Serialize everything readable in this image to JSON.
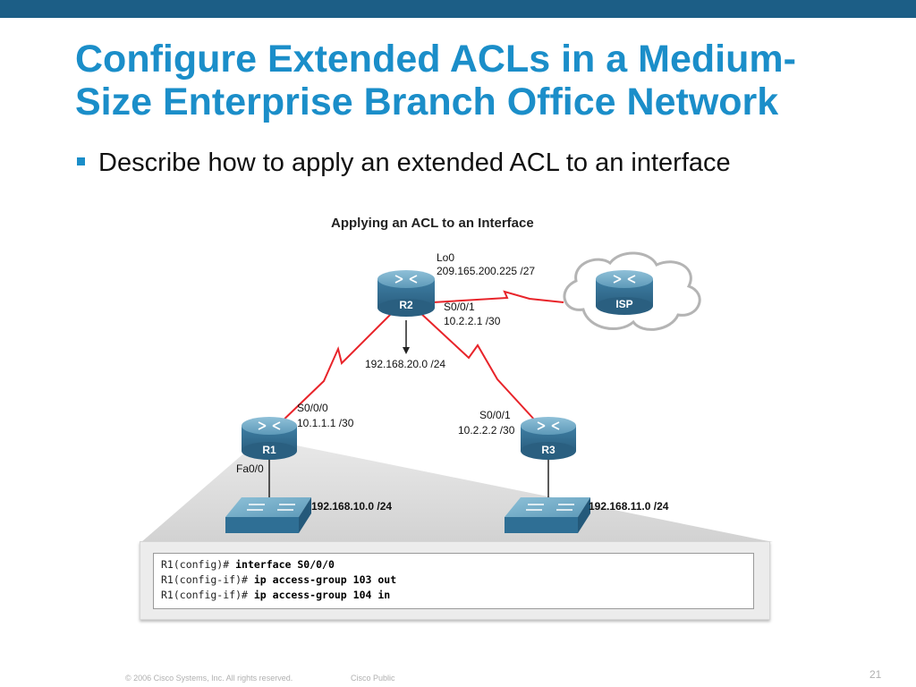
{
  "slide": {
    "title_line1": "Configure Extended ACLs in a Medium-",
    "title_line2": "Size Enterprise Branch Office Network",
    "bullet": "Describe how to apply an extended ACL to an interface",
    "footer_copyright": "© 2006 Cisco Systems, Inc. All rights reserved.",
    "footer_classification": "Cisco Public",
    "page_number": "21",
    "colors": {
      "header_bar": "#1c5e86",
      "title": "#1b8ec9",
      "wan_link": "#e8242a",
      "router": "#4a8db0"
    }
  },
  "diagram": {
    "title": "Applying an ACL to an Interface",
    "routers": [
      {
        "id": "r2",
        "label": "R2"
      },
      {
        "id": "r1",
        "label": "R1"
      },
      {
        "id": "r3",
        "label": "R3"
      },
      {
        "id": "isp",
        "label": "ISP"
      }
    ],
    "labels": {
      "r2_lo0_name": "Lo0",
      "r2_lo0_ip": "209.165.200.225 /27",
      "r2_s001_name": "S0/0/1",
      "r2_s001_ip": "10.2.2.1 /30",
      "r2_lan": "192.168.20.0 /24",
      "r1_s000_name": "S0/0/0",
      "r1_s000_ip": "10.1.1.1 /30",
      "r1_fa00": "Fa0/0",
      "r3_s001_name": "S0/0/1",
      "r3_s001_ip": "10.2.2.2 /30",
      "lan1": "192.168.10.0 /24",
      "lan2": "192.168.11.0 /24"
    },
    "cli": [
      {
        "prompt": "R1(config)#",
        "command": "interface S0/0/0"
      },
      {
        "prompt": "R1(config-if)#",
        "command": "ip access-group 103 out"
      },
      {
        "prompt": "R1(config-if)#",
        "command": "ip access-group 104 in"
      }
    ]
  }
}
